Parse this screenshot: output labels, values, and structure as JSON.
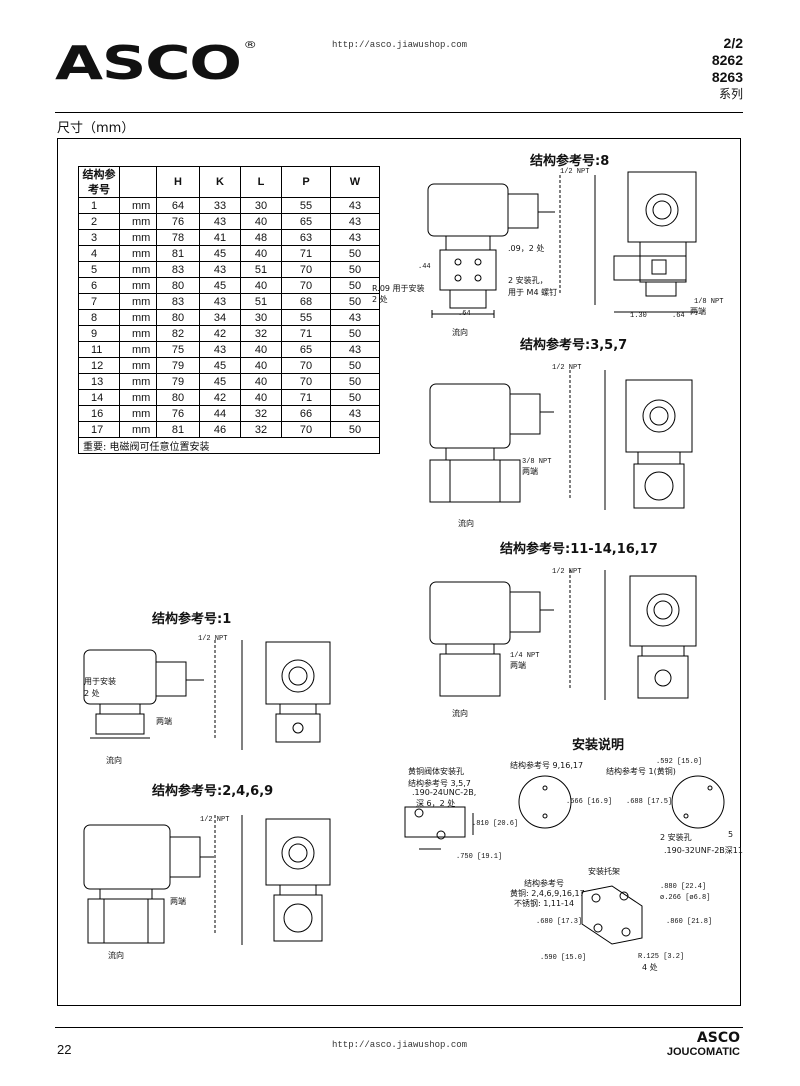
{
  "header": {
    "logo": "ASCO",
    "logo_mark": "®",
    "url": "http://asco.jiawushop.com",
    "series_lines": [
      "2/2",
      "8262",
      "8263"
    ],
    "series_label": "系列"
  },
  "section_title": "尺寸（mm）",
  "table": {
    "header_ref_line1": "结构参",
    "header_ref_line2": "考号",
    "columns": [
      "H",
      "K",
      "L",
      "P",
      "W"
    ],
    "unit": "mm",
    "rows": [
      {
        "ref": "1",
        "unit": "mm",
        "H": "64",
        "K": "33",
        "L": "30",
        "P": "55",
        "W": "43"
      },
      {
        "ref": "2",
        "unit": "mm",
        "H": "76",
        "K": "43",
        "L": "40",
        "P": "65",
        "W": "43"
      },
      {
        "ref": "3",
        "unit": "mm",
        "H": "78",
        "K": "41",
        "L": "48",
        "P": "63",
        "W": "43"
      },
      {
        "ref": "4",
        "unit": "mm",
        "H": "81",
        "K": "45",
        "L": "40",
        "P": "71",
        "W": "50"
      },
      {
        "ref": "5",
        "unit": "mm",
        "H": "83",
        "K": "43",
        "L": "51",
        "P": "70",
        "W": "50"
      },
      {
        "ref": "6",
        "unit": "mm",
        "H": "80",
        "K": "45",
        "L": "40",
        "P": "70",
        "W": "50"
      },
      {
        "ref": "7",
        "unit": "mm",
        "H": "83",
        "K": "43",
        "L": "51",
        "P": "68",
        "W": "50"
      },
      {
        "ref": "8",
        "unit": "mm",
        "H": "80",
        "K": "34",
        "L": "30",
        "P": "55",
        "W": "43"
      },
      {
        "ref": "9",
        "unit": "mm",
        "H": "82",
        "K": "42",
        "L": "32",
        "P": "71",
        "W": "50"
      },
      {
        "ref": "11",
        "unit": "mm",
        "H": "75",
        "K": "43",
        "L": "40",
        "P": "65",
        "W": "43"
      },
      {
        "ref": "12",
        "unit": "mm",
        "H": "79",
        "K": "45",
        "L": "40",
        "P": "70",
        "W": "50"
      },
      {
        "ref": "13",
        "unit": "mm",
        "H": "79",
        "K": "45",
        "L": "40",
        "P": "70",
        "W": "50"
      },
      {
        "ref": "14",
        "unit": "mm",
        "H": "80",
        "K": "42",
        "L": "40",
        "P": "71",
        "W": "50"
      },
      {
        "ref": "16",
        "unit": "mm",
        "H": "76",
        "K": "44",
        "L": "32",
        "P": "66",
        "W": "43"
      },
      {
        "ref": "17",
        "unit": "mm",
        "H": "81",
        "K": "46",
        "L": "32",
        "P": "70",
        "W": "50"
      }
    ],
    "note": "重要: 电磁阀可任意位置安装"
  },
  "drawings": {
    "d8": {
      "title": "结构参考号:8",
      "npt": "1/2 NPT",
      "holes_note": ".09，2 处",
      "mount_note_1": "R.09 用于安装",
      "mount_note_2": "2 处",
      "screw_note_1": "2 安装孔，",
      "screw_note_2": "用于 M4 螺钉",
      "dim_a": ".44",
      "dim_b": ".64",
      "dim_c": "1.30",
      "dim_d": ".64",
      "side_npt": "1/8 NPT",
      "side_ends": "两端",
      "flow": "流向"
    },
    "d357": {
      "title": "结构参考号:3,5,7",
      "npt": "1/2 NPT",
      "port": "3/8 NPT",
      "ends": "两端",
      "flow": "流向"
    },
    "d11": {
      "title": "结构参考号:11-14,16,17",
      "npt": "1/2 NPT",
      "port": "1/4 NPT",
      "ends": "两端",
      "flow": "流向"
    },
    "d1": {
      "title": "结构参考号:1",
      "npt": "1/2 NPT",
      "mount_1": "用于安装",
      "mount_2": "2 处",
      "ends": "两端",
      "flow": "流向"
    },
    "d2469": {
      "title": "结构参考号:2,4,6,9",
      "npt": "1/2 NPT",
      "ends": "两端",
      "flow": "流向"
    }
  },
  "install": {
    "title": "安装说明",
    "brass_title": "黄铜阀体安装孔",
    "brass_ref": "结构参考号 3,5,7",
    "brass_thread": ".190-24UNC-2B,",
    "brass_depth": "深 6，2 处",
    "brass_dim1": ".810 [20.6]",
    "brass_dim2": ".750 [19.1]",
    "ref9": "结构参考号 9,16,17",
    "ref9_dim": ".666 [16.9]",
    "ref1": "结构参考号 1(黄铜)",
    "ref1_dim_top": ".592 [15.0]",
    "ref1_dim_side": ".688 [17.5]",
    "holes": "2 安装孔",
    "holes_thread": ".190-32UNF-2B深11",
    "stray_mark": "5",
    "bracket_title": "安装托架",
    "bracket_ref": "结构参考号",
    "bracket_brass": "黄铜: 2,4,6,9,16,17",
    "bracket_ss": "不锈钢: 1,11-14",
    "b_dim1": ".880 [22.4]",
    "b_dim2": "ø.266 [ø6.8]",
    "b_dim3": ".680 [17.3]",
    "b_dim4": ".860 [21.8]",
    "b_dim5": ".590 [15.0]",
    "b_dim6": "R.125 [3.2]",
    "b_dim7": "4 处"
  },
  "footer": {
    "page_number": "22",
    "url": "http://asco.jiawushop.com",
    "logo_top": "ASCO",
    "logo_bottom": "JOUCOMATIC"
  }
}
